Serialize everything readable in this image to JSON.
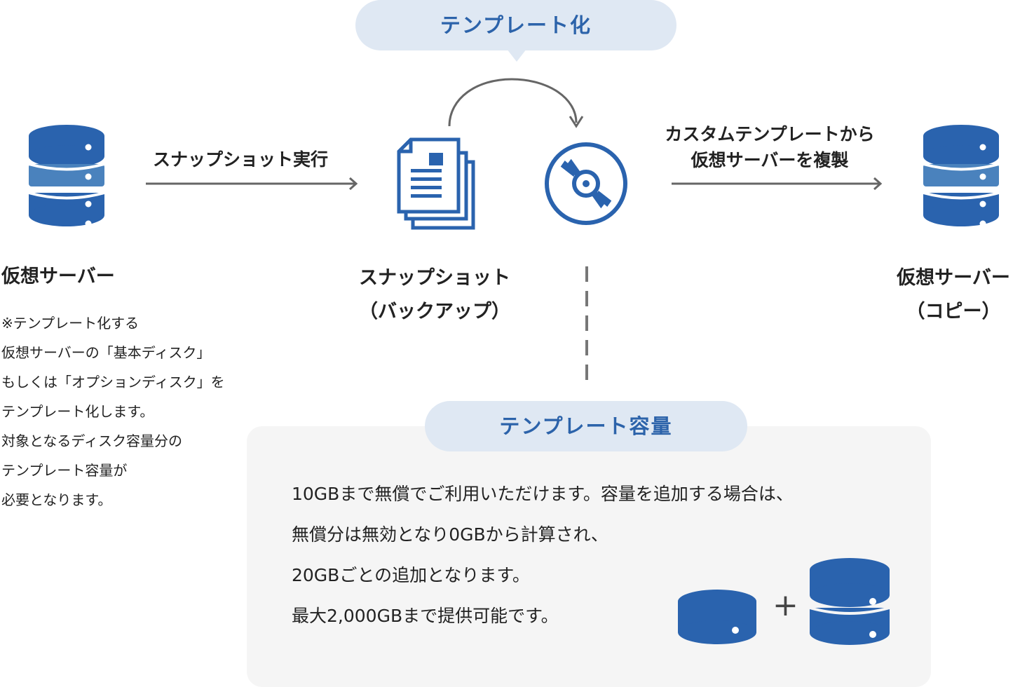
{
  "top_badge": "テンプレート化",
  "arrow1_label": "スナップショット実行",
  "arrow2_label": [
    "カスタムテンプレートから",
    "仮想サーバーを複製"
  ],
  "source_server": {
    "label": "仮想サーバー"
  },
  "snapshot": {
    "label": "スナップショット",
    "sub": "（バックアップ）"
  },
  "copy_server": {
    "label": "仮想サーバー",
    "sub": "（コピー）"
  },
  "note_lines": [
    "※テンプレート化する",
    "仮想サーバーの「基本ディスク」",
    "もしくは「オプションディスク」を",
    "テンプレート化します。",
    "対象となるディスク容量分の",
    "テンプレート容量が",
    "必要となります。"
  ],
  "capacity": {
    "title": "テンプレート容量",
    "lines": [
      "10GBまで無償でご利用いただけます。容量を追加する場合は、",
      "無償分は無効となり0GBから計算され、",
      "20GBごとの追加となります。",
      "最大2,000GBまで提供可能です。"
    ],
    "plus_symbol": "+"
  },
  "colors": {
    "primary": "#2a63ae",
    "primary_light": "#4a82bd",
    "badge_bg": "#dfe8f3",
    "panel_bg": "#f5f5f5",
    "arrow": "#555555"
  },
  "icons": [
    "server-icon",
    "documents-icon",
    "disc-icon",
    "arrow-icon"
  ]
}
